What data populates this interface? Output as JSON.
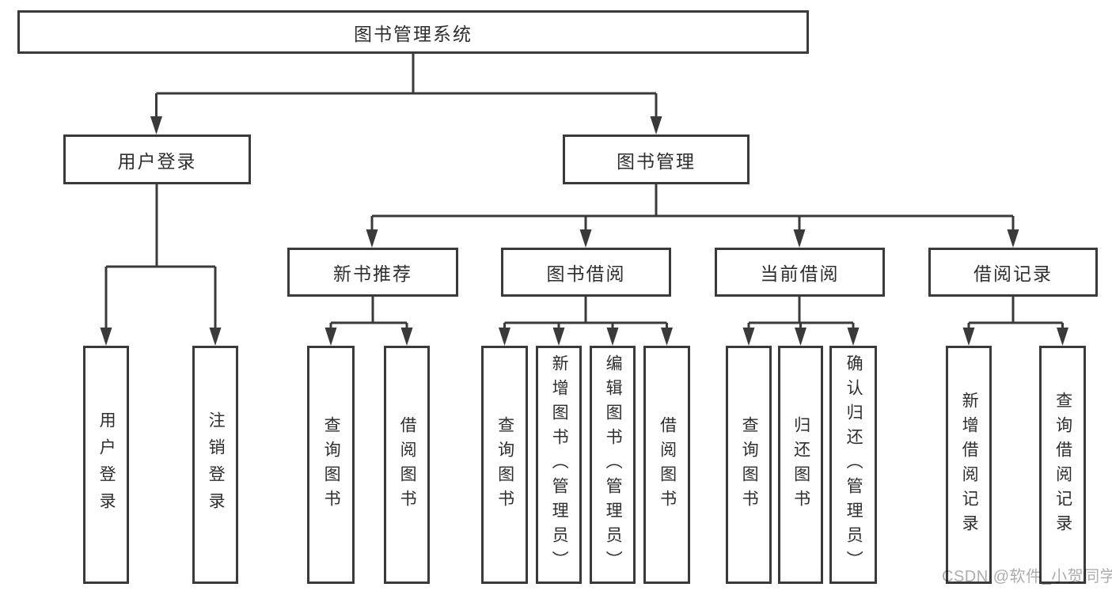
{
  "tree": {
    "root": {
      "label": "图书管理系统"
    },
    "branches": [
      {
        "label": "用户登录",
        "children": [
          {
            "label": "用户登录"
          },
          {
            "label": "注销登录"
          }
        ]
      },
      {
        "label": "图书管理",
        "children": [
          {
            "label": "新书推荐",
            "children": [
              {
                "label": "查询图书"
              },
              {
                "label": "借阅图书"
              }
            ]
          },
          {
            "label": "图书借阅",
            "children": [
              {
                "label": "查询图书"
              },
              {
                "label": "新增图书（管理员）"
              },
              {
                "label": "编辑图书（管理员）"
              },
              {
                "label": "借阅图书"
              }
            ]
          },
          {
            "label": "当前借阅",
            "children": [
              {
                "label": "查询图书"
              },
              {
                "label": "归还图书"
              },
              {
                "label": "确认归还（管理员）"
              }
            ]
          },
          {
            "label": "借阅记录",
            "children": [
              {
                "label": "新增借阅记录"
              },
              {
                "label": "查询借阅记录"
              }
            ]
          }
        ]
      }
    ]
  },
  "watermark": {
    "text": "CSDN @软件_小贺同学"
  },
  "colors": {
    "line": "#3a3a3a",
    "text": "#2e2e2e",
    "background": "#ffffff",
    "watermark": "#adadad"
  }
}
